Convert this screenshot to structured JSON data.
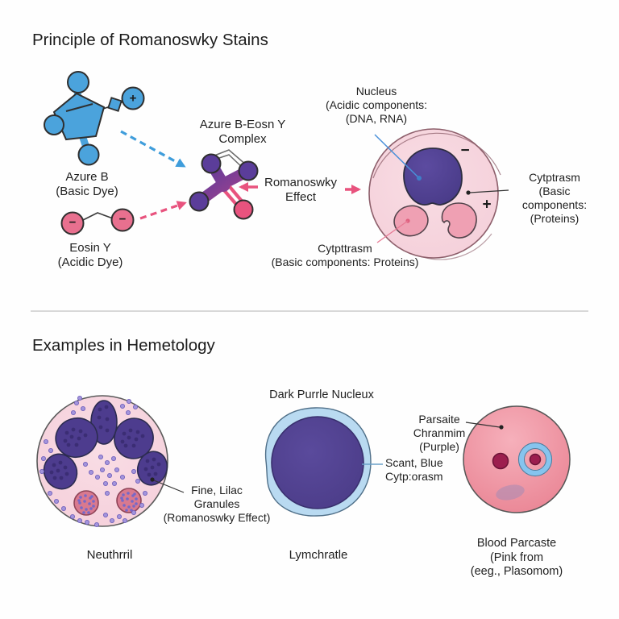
{
  "heading_top": "Principle of Romanoswky Stains",
  "heading_bottom": "Examples in Hemetology",
  "signs": {
    "plus": "+",
    "minus": "−"
  },
  "principle": {
    "azure_b_label": "Azure B\n(Basic Dye)",
    "eosin_y_label": "Eosin Y\n(Acidic Dye)",
    "complex_label": "Azure B-Eosn Y\nComplex",
    "effect_label": "Romanoswky\nEffect",
    "nucleus_label": "Nucleus\n(Acidic components:\n(DNA, RNA)",
    "cytoplasm_right_label": "Cytptrasm\n(Basic components:\n(Proteins)",
    "cytoplasm_bottom_label": "Cytpttrasm\n(Basic components: Proteins)"
  },
  "examples": {
    "neutrophil_caption": "Neuthrril",
    "neutrophil_annotation": "Fine, Lilac\nGranules\n(Romanoswky Effect)",
    "lymphocyte_heading": "Dark Purrle Nucleux",
    "lymphocyte_annotation": "Scant, Blue\nCytp:orasm",
    "lymphocyte_caption": "Lymchratle",
    "parasite_annotation": "Parsaite\nChranmim\n(Purple)",
    "parasite_caption": "Blood Parcaste\n(Pink from\n(eeg., Plasomom)"
  },
  "colors": {
    "azure_blue": "#4BA3DC",
    "eosin_pink": "#E8708F",
    "complex_purple": "#5B3D9A",
    "complex_pink": "#E8537E",
    "cell_body_pink": "#F6D2DC",
    "nucleus_purple": "#4C3D90",
    "organelle_pink": "#EFA0B3",
    "lymph_cytoplasm_blue": "#B9DAF1",
    "granule_lilac": "#A394DC",
    "parasite_body_pink": "#EE93A1",
    "chromatin_magenta": "#9C1E4E",
    "divider_gray": "#CBCBCB",
    "text_dark": "#1F1F1F"
  }
}
